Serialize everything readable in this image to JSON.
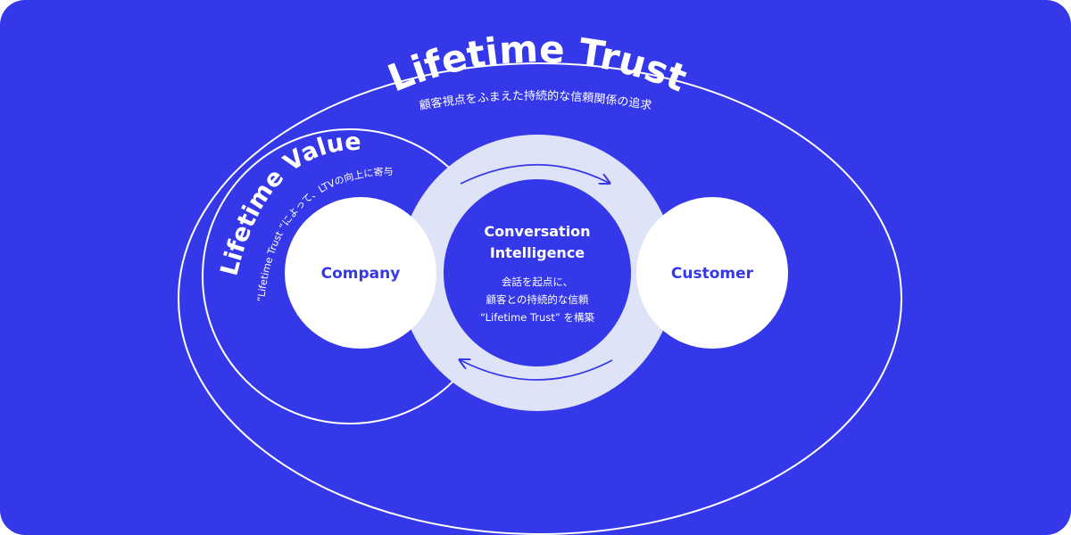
{
  "colors": {
    "background": "#3538e8",
    "ring": "#dfe3f7",
    "node_fill": "#ffffff",
    "line": "#ffffff",
    "arrow": "#3538e8"
  },
  "lifetime_trust": {
    "title": "Lifetime Trust",
    "subtitle": "顧客視点をふまえた持続的な信頼関係の追求"
  },
  "lifetime_value": {
    "title": "Lifetime Value",
    "subtitle": "“Lifetime Trust ”によって、LTVの向上に寄与"
  },
  "company": {
    "label": "Company"
  },
  "customer": {
    "label": "Customer"
  },
  "conversation_intelligence": {
    "title_line1": "Conversation",
    "title_line2": "Intelligence",
    "desc_line1": "会話を起点に、",
    "desc_line2": "顧客との持続的な信頼",
    "desc_line3": "“Lifetime Trust” を構築"
  },
  "icons": {
    "top_arrow": "clockwise-arrow-icon",
    "bottom_arrow": "counterclockwise-arrow-icon"
  }
}
